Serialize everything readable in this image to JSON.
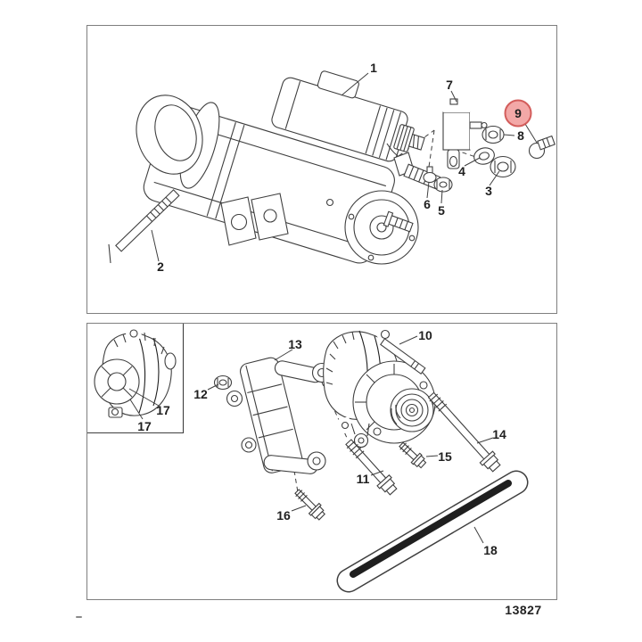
{
  "diagram": {
    "number": "13827"
  },
  "colors": {
    "line": "#3f3f3f",
    "border": "#7f7f7f",
    "label": "#1f1f1f",
    "highlight_fill": "#f3a1a0",
    "highlight_stroke": "#d0504e",
    "band": "#1f1f1f",
    "background": "#ffffff"
  },
  "panels": {
    "starter": {
      "callouts": {
        "c1": {
          "label": "1"
        },
        "c2": {
          "label": "2"
        },
        "c3": {
          "label": "3"
        },
        "c4": {
          "label": "4"
        },
        "c5": {
          "label": "5"
        },
        "c6": {
          "label": "6"
        },
        "c7": {
          "label": "7"
        },
        "c8": {
          "label": "8"
        },
        "c9": {
          "label": "9",
          "highlighted": true
        }
      }
    },
    "alternator": {
      "callouts": {
        "c10": {
          "label": "10"
        },
        "c11": {
          "label": "11"
        },
        "c12": {
          "label": "12"
        },
        "c13": {
          "label": "13"
        },
        "c14": {
          "label": "14"
        },
        "c15": {
          "label": "15"
        },
        "c16": {
          "label": "16"
        },
        "c17a": {
          "label": "17"
        },
        "c17b": {
          "label": "17"
        },
        "c18": {
          "label": "18"
        }
      }
    }
  }
}
